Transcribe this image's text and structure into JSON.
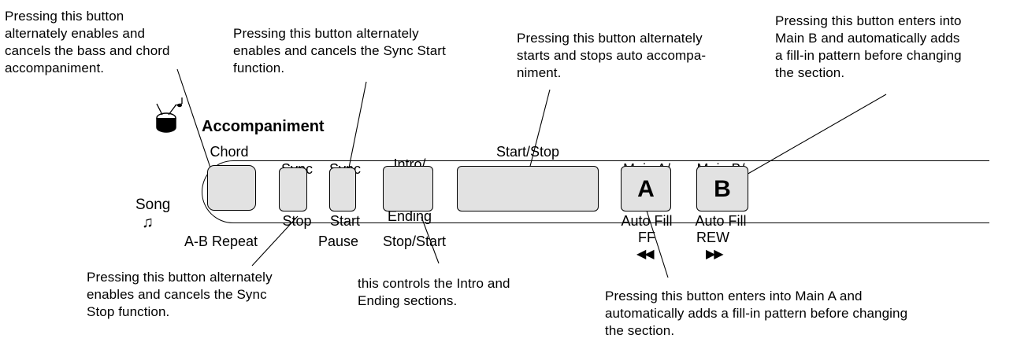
{
  "annotations": {
    "bass_chord": [
      "Pressing this button",
      "alternately enables and",
      "cancels the bass and chord",
      "accompaniment."
    ],
    "sync_start": [
      "Pressing this button alternately",
      "enables and cancels the Sync Start",
      "function."
    ],
    "start_stop": [
      "Pressing this button alternately",
      "starts and stops auto accompa-",
      "niment."
    ],
    "main_b": [
      "Pressing this button enters into",
      "Main B and automatically adds",
      "a fill-in pattern before changing",
      "the section."
    ],
    "sync_stop": [
      "Pressing this button alternately",
      "enables and cancels the Sync",
      "Stop function."
    ],
    "intro_ending": [
      "this controls the Intro and",
      "Ending sections."
    ],
    "main_a": [
      "Pressing this button enters into Main A and",
      "automatically adds a fill-in pattern before changing",
      "the section."
    ]
  },
  "panel": {
    "title": "Accompaniment",
    "song_label": "Song",
    "music_icon": "♫"
  },
  "buttons": {
    "chord": {
      "label": "Chord"
    },
    "sync_stop": {
      "label": [
        "Sync",
        "Stop"
      ],
      "sub": "A-B Repeat"
    },
    "sync_start": {
      "label": [
        "Sync",
        "Start"
      ],
      "sub": "Pause"
    },
    "intro_ending": {
      "label": [
        "Intro/",
        "Ending"
      ],
      "sub": "Stop/Start"
    },
    "start_stop": {
      "label": "Start/Stop"
    },
    "main_a": {
      "label": [
        "Main A/",
        "Auto Fill"
      ],
      "letter": "A",
      "sub": "FF",
      "sub_icon": "◀◀"
    },
    "main_b": {
      "label": [
        "Main B/",
        "Auto Fill"
      ],
      "letter": "B",
      "sub": "REW",
      "sub_icon": "▶▶"
    }
  }
}
